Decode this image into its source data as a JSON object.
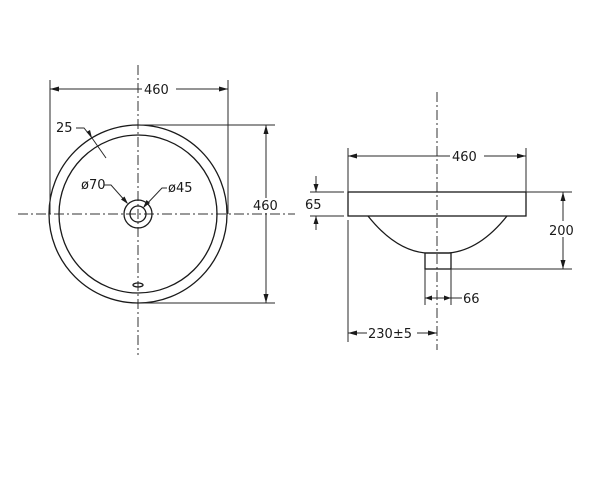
{
  "drawing": {
    "title": "Round undercounter washbasin technical drawing",
    "line_color": "#1a1a1a",
    "background": "#ffffff",
    "plan_view": {
      "overall_width_label": "460",
      "overall_height_label": "460",
      "rim_width_label": "25",
      "outer_ring_diameter_label": "ø70",
      "inner_ring_diameter_label": "ø45"
    },
    "side_view": {
      "overall_width_label": "460",
      "rim_height_label": "65",
      "overall_height_label": "200",
      "drain_width_label": "66",
      "drain_offset_label": "230±5"
    }
  }
}
